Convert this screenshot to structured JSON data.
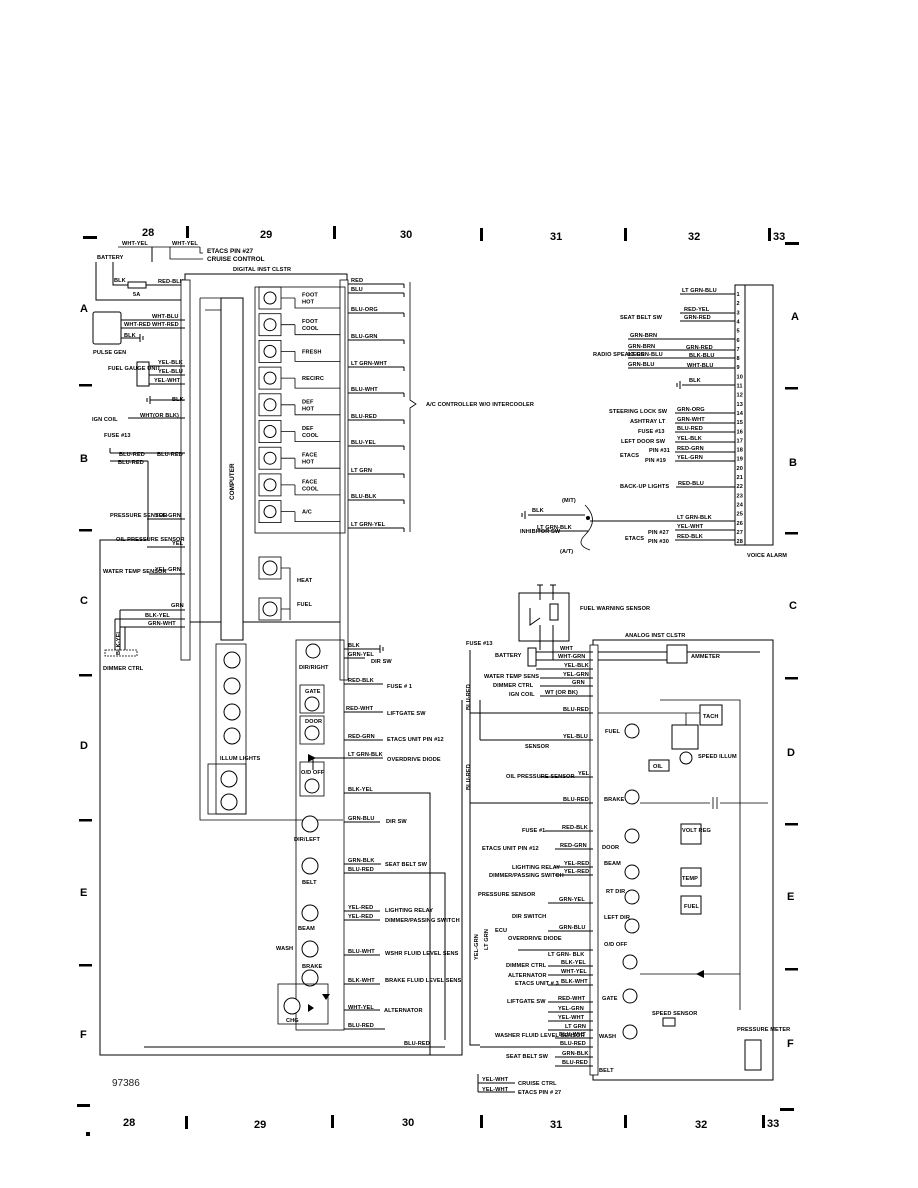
{
  "figure_id": "97386",
  "grid": {
    "columns": [
      "28",
      "29",
      "30",
      "31",
      "32",
      "33"
    ],
    "rows": [
      "A",
      "B",
      "C",
      "D",
      "E",
      "F"
    ]
  },
  "digital_cluster": {
    "title": "DIGITAL INST CLSTR",
    "top_labels": {
      "wht_yel": "WHT-YEL",
      "wht_yel2": "WHT-YEL",
      "etacs27": "ETACS PIN #27",
      "cruise": "CRUISE CONTROL",
      "battery": "BATTERY",
      "blk": "BLK",
      "fuse5a": "5A",
      "red_blk": "RED-BLK"
    },
    "left_inputs": [
      {
        "label": "WHT-BLU"
      },
      {
        "label": "WHT-RED"
      },
      {
        "label": "BLK"
      },
      {
        "label": "WHT-RED"
      }
    ],
    "pulse_gen": "PULSE GEN",
    "fuel_gauge_unit": "FUEL GAUGE UNIT",
    "fuel_wires": [
      "YEL-BLK",
      "YEL-BLU",
      "YEL-WHT"
    ],
    "blk": "BLK",
    "ign_coil": "IGN COIL",
    "ign_wire": "WHT(OR BLK)",
    "fuse13": "FUSE #13",
    "blu_red": "BLU-RED",
    "blu_red2": "BLU-RED",
    "blu_red3": "BLU-RED",
    "pressure_sensor": "PRESSURE SENSOR",
    "pressure_wire": "YEL-GRN",
    "oil_pressure_sensor": "OIL PRESSURE SENSOR",
    "oil_wire": "YEL",
    "water_temp_sensor": "WATER TEMP SENSOR",
    "water_wire": "YEL-GRN",
    "computer": "COMPUTER",
    "grn": "GRN",
    "blk_yel": "BLK-YEL",
    "grn_wht": "GRN-WHT",
    "blk_yel_v": "BLK-YEL",
    "dimmer_ctrl": "DIMMER CTRL",
    "ac_buttons": [
      "FOOT HOT",
      "FOOT COOL",
      "FRESH",
      "RECIRC",
      "DEF HOT",
      "DEF COOL",
      "FACE HOT",
      "FACE COOL",
      "A/C"
    ],
    "ac_wires": [
      "RED",
      "BLU",
      "BLU-ORG",
      "BLU-GRN",
      "LT GRN-WHT",
      "BLU-WHT",
      "BLU-RED",
      "BLU-YEL",
      "LT GRN",
      "BLU-BLK",
      "LT GRN-YEL"
    ],
    "ac_controller": "A/C CONTROLLER W/O INTERCOOLER",
    "heat": "HEAT",
    "fuel": "FUEL",
    "illum_lights": "ILLUM LIGHTS"
  },
  "mid_section": {
    "blk": "BLK",
    "grn_yel": "GRN-YEL",
    "dir_sw": "DIR SW",
    "dir_right": "DIR/RIGHT",
    "red_blk": "RED-BLK",
    "fuse1": "FUSE # 1",
    "gate": "GATE",
    "red_wht": "RED-WHT",
    "liftgate_sw": "LIFTGATE SW",
    "door": "DOOR",
    "red_grn": "RED-GRN",
    "etacs_unit": "ETACS UNIT PIN #12",
    "lt_grn_blk": "LT GRN-BLK",
    "overdrive_diode": "OVERDRIVE DIODE",
    "od_off": "O/D OFF",
    "blk_yel": "BLK-YEL",
    "grn_blu": "GRN-BLU",
    "dir_sw2": "DIR SW",
    "dir_left": "DIR/LEFT",
    "grn_blk": "GRN-BLK",
    "seat_belt_sw": "SEAT BELT SW",
    "blu_red": "BLU-RED",
    "belt": "BELT",
    "yel_red": "YEL-RED",
    "lighting_relay": "LIGHTING RELAY",
    "yel_red2": "YEL-RED",
    "dimmer_passing": "DIMMER/PASSING SWITCH",
    "beam": "BEAM",
    "wash": "WASH",
    "blu_wht": "BLU-WHT",
    "wshr_fluid": "WSHR FLUID LEVEL SENS",
    "brake": "BRAKE",
    "blk_wht": "BLK-WHT",
    "brake_fluid": "BRAKE FLUID LEVEL SENS",
    "wht_yel": "WHT-YEL",
    "alternator": "ALTERNATOR",
    "chg": "CHG",
    "blu_red2": "BLU-RED",
    "blu_red_long": "BLU-RED"
  },
  "voice_alarm": {
    "title": "VOICE ALARM",
    "pins": [
      "1",
      "2",
      "3",
      "4",
      "5",
      "6",
      "7",
      "8",
      "9",
      "10",
      "11",
      "12",
      "13",
      "14",
      "15",
      "16",
      "17",
      "18",
      "19",
      "20",
      "21",
      "22",
      "23",
      "24",
      "25",
      "26",
      "27",
      "28"
    ],
    "lt_grn_blu": "LT GRN-BLU",
    "seat_belt_sw": "SEAT BELT SW",
    "red_yel": "RED-YEL",
    "grn_red": "GRN-RED",
    "grn_brn": "GRN-BRN",
    "grn_brn2": "GRN-BRN",
    "grn_red2": "GRN-RED",
    "radio_speakers": "RADIO SPEAKERS",
    "lt_grn_blu2": "LT GRN-BLU",
    "blk_blu": "BLK-BLU",
    "grn_blu": "GRN-BLU",
    "wht_blu": "WHT-BLU",
    "blk": "BLK",
    "steering_lock": "STEERING LOCK SW",
    "grn_org": "GRN-ORG",
    "ashtray": "ASHTRAY LT",
    "grn_wht": "GRN-WHT",
    "fuse13": "FUSE #13",
    "blu_red": "BLU-RED",
    "left_door": "LEFT DOOR SW",
    "yel_blk": "YEL-BLK",
    "etacs": "ETACS",
    "pin31": "PIN #31",
    "pin19": "PIN #19",
    "red_grn": "RED-GRN",
    "yel_grn": "YEL-GRN",
    "backup": "BACK-UP LIGHTS",
    "red_blu": "RED-BLU",
    "mt": "(M/T)",
    "at": "(A/T)",
    "blk2": "BLK",
    "inhibitor": "INHIBITOR SW",
    "lt_grn_blk": "LT GRN-BLK",
    "lt_grn_blk2": "LT GRN-BLK",
    "yel_wht": "YEL-WHT",
    "etacs2": "ETACS",
    "pin27": "PIN #27",
    "pin30": "PIN #30",
    "red_blk": "RED-BLK"
  },
  "analog_cluster": {
    "title": "ANALOG INST CLSTR",
    "fuel_warning": "FUEL WARNING SENSOR",
    "fuse13": "FUSE #13",
    "battery": "BATTERY",
    "ammeter": "AMMETER",
    "wht": "WHT",
    "wht_grn": "WHT-GRN",
    "yel_blk": "YEL-BLK",
    "water_temp_sens": "WATER TEMP SENS",
    "yel_grn": "YEL-GRN",
    "dimmer_ctrl": "DIMMER CTRL",
    "grn": "GRN",
    "ign_coil": "IGN COIL",
    "wht_or_bk": "WT (OR BK)",
    "blu_red_v": "BLU-RED",
    "blu_red": "BLU-RED",
    "tach": "TACH",
    "yel_blu": "YEL-BLU",
    "sensor": "SENSOR",
    "fuel": "FUEL",
    "speed_illum": "SPEED ILLUM",
    "oil": "OIL",
    "blu_red_v2": "BLU-RED",
    "oil_pressure": "OIL PRESSURE SENSOR",
    "yel": "YEL",
    "blu_red2": "BLU-RED",
    "brake": "BRAKE",
    "fuse1": "FUSE #1",
    "red_blk": "RED-BLK",
    "etacs12": "ETACS UNIT PIN #12",
    "red_grn": "RED-GRN",
    "door": "DOOR",
    "volt_reg": "VOLT REG",
    "lighting_relay": "LIGHTING RELAY",
    "yel_red": "YEL-RED",
    "beam": "BEAM",
    "dimmer_passing": "DIMMER/PASSING SWITCH",
    "yel_red2": "YEL-RED",
    "temp": "TEMP",
    "pressure_sensor": "PRESSURE SENSOR",
    "rt_dir": "RT DIR",
    "dir_switch": "DIR SWITCH",
    "grn_yel": "GRN-YEL",
    "fuel2": "FUEL",
    "left_dir": "LEFT DIR",
    "ecu": "ECU",
    "grn_blu": "GRN-BLU",
    "yel_grn_v": "YEL-GRN",
    "lt_grn_v": "LT GRN",
    "overdrive_diode": "OVERDRIVE DIODE",
    "lt_grn_blk": "LT GRN- BLK",
    "od_off": "O/D OFF",
    "dimmer_ctrl2": "DIMMER CTRL",
    "blk_yel": "BLK-YEL",
    "alternator": "ALTERNATOR",
    "wht_yel": "WHT-YEL",
    "etacs3": "ETACS UNIT # 3",
    "blk_wht": "BLK-WHT",
    "liftgate_sw": "LIFTGATE SW",
    "red_wht": "RED-WHT",
    "gate": "GATE",
    "yel_grn2": "YEL-GRN",
    "speed_sensor": "SPEED SENSOR",
    "yel_wht": "YEL-WHT",
    "lt_grn": "LT GRN",
    "washer_fluid": "WASHER FLUID LEVEL SENSOR",
    "blu_wht": "BLU-WHT",
    "blu_red3": "BLU-RED",
    "wash": "WASH",
    "pressure_meter": "PRESSURE METER",
    "seat_belt_sw": "SEAT BELT SW",
    "grn_blk": "GRN-BLK",
    "blu_red4": "BLU-RED",
    "belt": "BELT",
    "yel_wht2": "YEL-WHT",
    "cruise_ctrl": "CRUISE CTRL",
    "yel_wht3": "YEL-WHT",
    "etacs27": "ETACS PIN # 27"
  }
}
